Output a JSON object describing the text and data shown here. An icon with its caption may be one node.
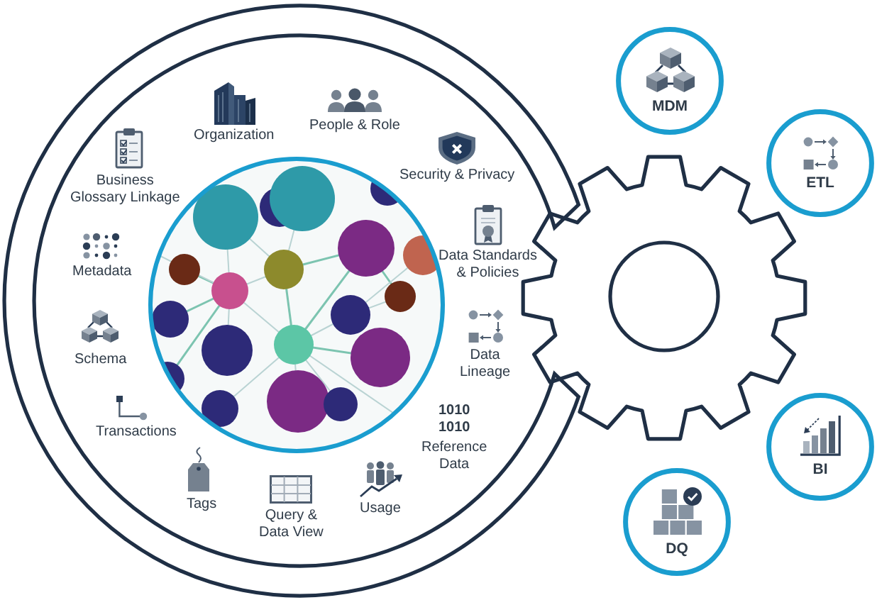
{
  "diagram": {
    "nodes": [
      {
        "text": [
          "MDM"
        ]
      },
      {
        "text": [
          "ETL"
        ]
      },
      {
        "text": [
          "BI"
        ]
      },
      {
        "text": [
          "DQ"
        ]
      }
    ],
    "labels": [
      "Organization",
      "People & Role",
      "Business Glossary Linkage",
      "Security & Privacy",
      "Metadata",
      "Data Standards & Policies",
      "Schema",
      "Data Lineage",
      "Transactions",
      "1010 1010",
      "Reference Data",
      "Tags",
      "Query & Data View",
      "Usage"
    ]
  }
}
